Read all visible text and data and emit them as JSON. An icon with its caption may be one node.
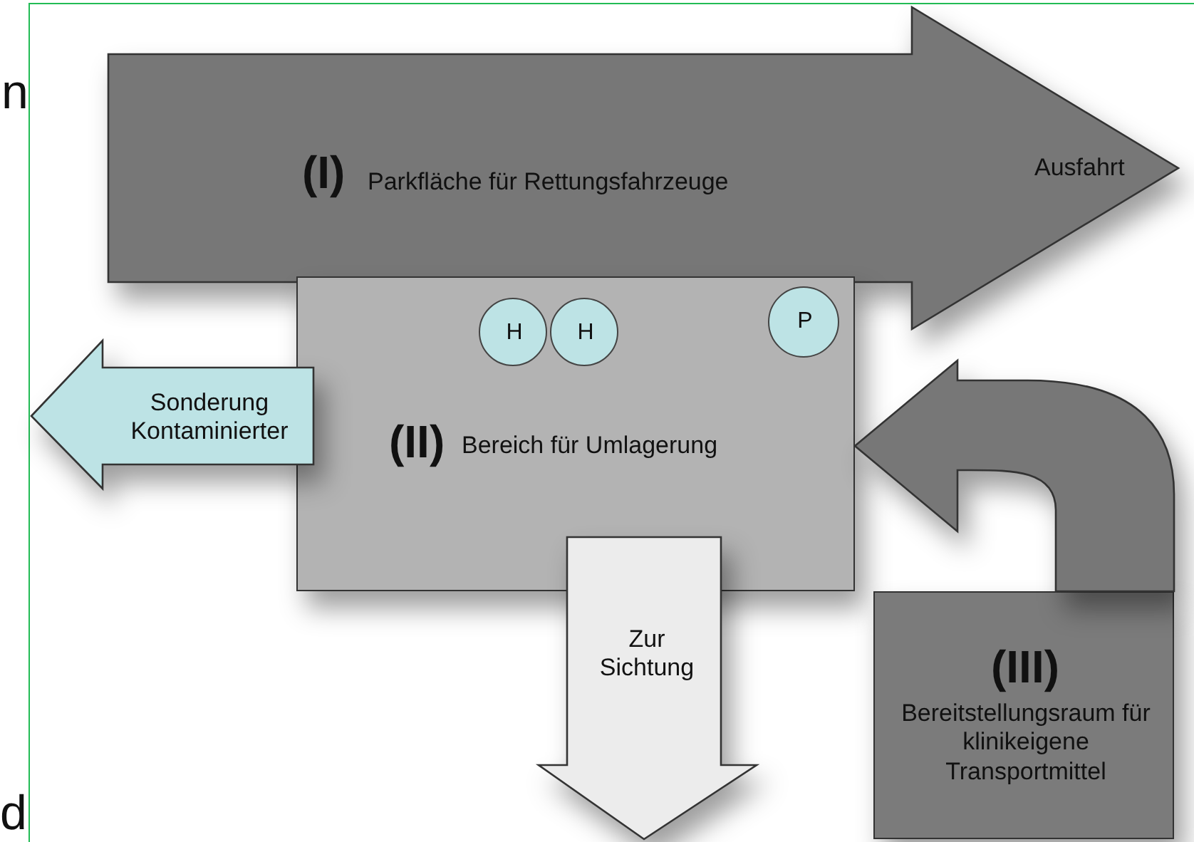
{
  "diagram": {
    "nodes": [
      {
        "text": [
          "(I)",
          "Parkfläche für Rettungsfahrzeuge",
          "Ausfahrt"
        ]
      },
      {
        "text": [
          "(II)",
          "Bereich für Umlagerung"
        ]
      },
      {
        "text": [
          "H"
        ],
        "in": 1
      },
      {
        "text": [
          "H"
        ],
        "in": 1
      },
      {
        "text": [
          "P"
        ],
        "in": 1
      },
      {
        "text": [
          "Sonderung Kontaminierter"
        ]
      },
      {
        "text": [
          "Zur Sichtung"
        ]
      },
      {
        "text": [
          "(III)",
          "Bereitstellungsraum für klinikeigene Transportmittel"
        ]
      }
    ],
    "edges": [
      {
        "from": 7,
        "to": 1,
        "arrow": "to",
        "style": "thick"
      }
    ],
    "labels": [
      "n",
      "d"
    ]
  }
}
